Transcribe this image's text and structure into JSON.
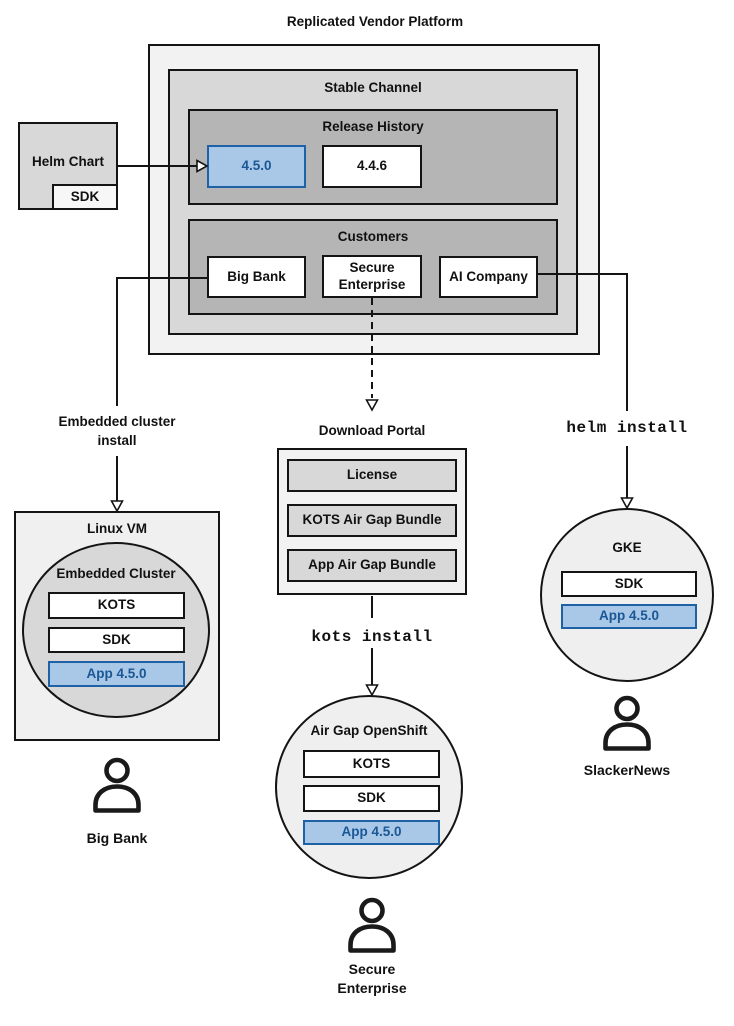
{
  "colors": {
    "highlight_fill": "#a9c7e7",
    "highlight_border": "#1e61a4",
    "highlight_text": "#1a5795",
    "line": "#141414"
  },
  "title": "Replicated Vendor Platform",
  "stable_channel": {
    "title": "Stable Channel"
  },
  "release_history": {
    "title": "Release History",
    "releases": [
      {
        "version": "4.5.0",
        "highlighted": true
      },
      {
        "version": "4.4.6",
        "highlighted": false
      }
    ]
  },
  "customers": {
    "title": "Customers",
    "big_bank": "Big Bank",
    "secure_enterprise": "Secure Enterprise",
    "ai_company": "AI Company"
  },
  "helm_chart": {
    "title": "Helm Chart",
    "sdk": "SDK"
  },
  "left_flow": {
    "install_label_line1": "Embedded cluster",
    "install_label_line2": "install",
    "vm_title": "Linux VM",
    "cluster_title": "Embedded Cluster",
    "kots": "KOTS",
    "sdk": "SDK",
    "app": "App 4.5.0",
    "persona": "Big Bank"
  },
  "center_flow": {
    "portal_title": "Download Portal",
    "portal_items": [
      "License",
      "KOTS Air Gap Bundle",
      "App Air Gap Bundle"
    ],
    "command": "kots install",
    "cluster_title": "Air Gap OpenShift",
    "kots": "KOTS",
    "sdk": "SDK",
    "app": "App 4.5.0",
    "persona_line1": "Secure",
    "persona_line2": "Enterprise"
  },
  "right_flow": {
    "command": "helm install",
    "cluster_title": "GKE",
    "sdk": "SDK",
    "app": "App 4.5.0",
    "persona": "SlackerNews"
  }
}
